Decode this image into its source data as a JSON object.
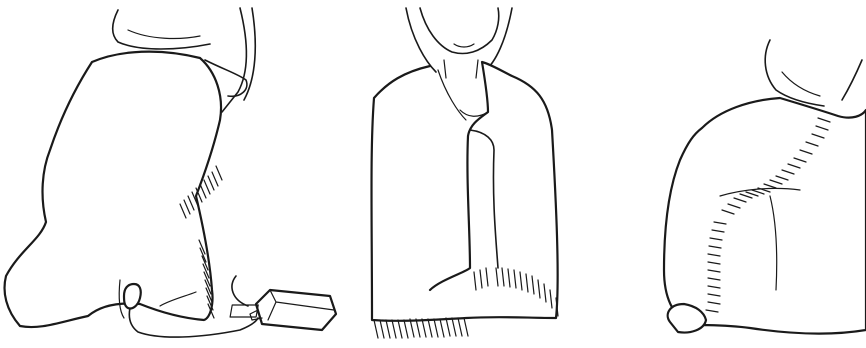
{
  "illustrations": [
    {
      "id": "blanket-side-view-with-controller"
    },
    {
      "id": "blanket-worn-as-cape-front"
    },
    {
      "id": "blanket-over-lap-seated"
    }
  ],
  "colors": {
    "line": "#1a1a1a",
    "fill": "#ffffff",
    "fringe": "#1a1a1a"
  }
}
